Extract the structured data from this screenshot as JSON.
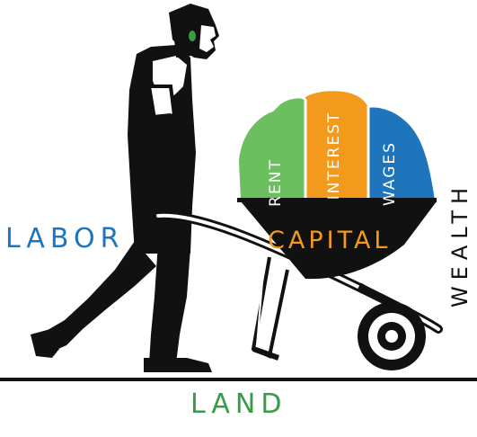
{
  "labels": {
    "labor": "LABOR",
    "land": "LAND",
    "wealth": "WEALTH",
    "capital": "CAPITAL",
    "rent": "RENT",
    "interest": "INTEREST",
    "wages": "WAGES"
  },
  "colors": {
    "labor": "#1f75bb",
    "land": "#3a9b47",
    "wealth": "#111111",
    "capital": "#f39a1c",
    "rent_fill": "#6cbf5e",
    "interest_fill": "#f39a1c",
    "wages_fill": "#1f75bb",
    "ink": "#111111"
  },
  "icons": [
    "worker-figure-icon",
    "wheelbarrow-icon"
  ]
}
